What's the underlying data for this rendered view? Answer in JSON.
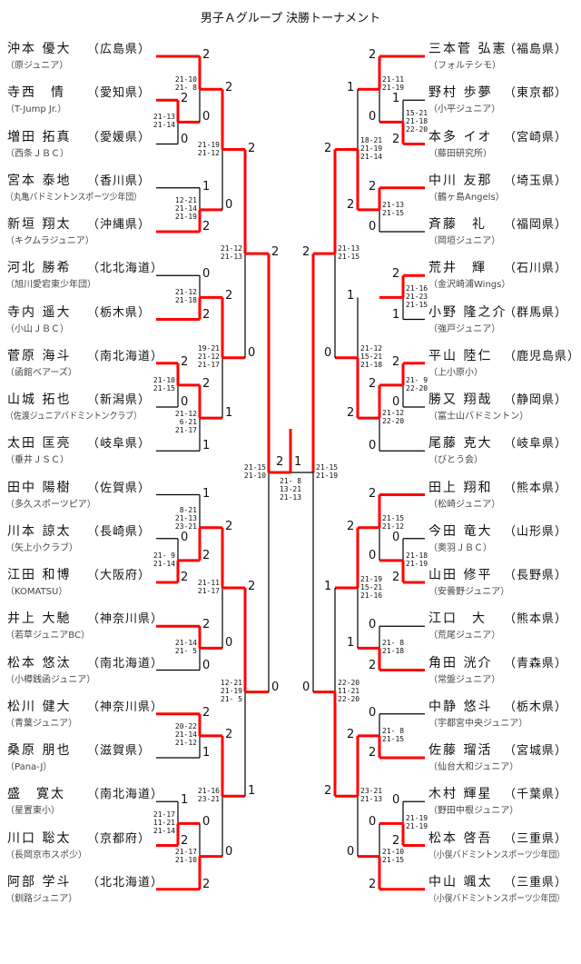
{
  "title": "男子Ａグループ 決勝トーナメント",
  "colors": {
    "winner_line": "#ff0000",
    "line": "#000000"
  },
  "players": [
    {
      "name": "沖本 優大",
      "pref": "（広島県）",
      "club": "（原ジュニア）"
    },
    {
      "name": "寺西　情",
      "pref": "（愛知県）",
      "club": "（T-Jump Jr.）"
    },
    {
      "name": "増田 拓真",
      "pref": "（愛媛県）",
      "club": "（西条ＪＢＣ）"
    },
    {
      "name": "宮本 泰地",
      "pref": "（香川県）",
      "club": "（丸亀バドミントンスポーツ少年団）"
    },
    {
      "name": "新垣 翔太",
      "pref": "（沖縄県）",
      "club": "（キクムラジュニア）"
    },
    {
      "name": "河北 勝希",
      "pref": "（北北海道）",
      "club": "（旭川愛宕東少年団）"
    },
    {
      "name": "寺内 遥大",
      "pref": "（栃木県）",
      "club": "（小山ＪＢＣ）"
    },
    {
      "name": "菅原 海斗",
      "pref": "（南北海道）",
      "club": "（函館ベアーズ）"
    },
    {
      "name": "山城 拓也",
      "pref": "（新潟県）",
      "club": "（佐渡ジュニアバドミントンクラブ）"
    },
    {
      "name": "太田 匡亮",
      "pref": "（岐阜県）",
      "club": "（垂井ＪＳＣ）"
    },
    {
      "name": "田中 陽樹",
      "pref": "（佐賀県）",
      "club": "（多久スポーツピア）"
    },
    {
      "name": "川本 諒太",
      "pref": "（長崎県）",
      "club": "（矢上小クラブ）"
    },
    {
      "name": "江田 和博",
      "pref": "（大阪府）",
      "club": "（KOMATSU）"
    },
    {
      "name": "井上 大馳",
      "pref": "（神奈川県）",
      "club": "（若草ジュニアBC）"
    },
    {
      "name": "松本 悠汰",
      "pref": "（南北海道）",
      "club": "（小樽銭函ジュニア）"
    },
    {
      "name": "松川 健大",
      "pref": "（神奈川県）",
      "club": "（青葉ジュニア）"
    },
    {
      "name": "桑原 朋也",
      "pref": "（滋賀県）",
      "club": "（Pana-J）"
    },
    {
      "name": "盛　寛太",
      "pref": "（南北海道）",
      "club": "（星置東小）"
    },
    {
      "name": "川口 聡太",
      "pref": "（京都府）",
      "club": "（長岡京市スポ少）"
    },
    {
      "name": "阿部 学斗",
      "pref": "（北北海道）",
      "club": "（釧路ジュニア）"
    },
    {
      "name": "三本菅 弘憲",
      "pref": "（福島県）",
      "club": "（フォルテシモ）"
    },
    {
      "name": "野村 歩夢",
      "pref": "（東京都）",
      "club": "（小平ジュニア）"
    },
    {
      "name": "本多 イオ",
      "pref": "（宮崎県）",
      "club": "（藤田研究所）"
    },
    {
      "name": "中川 友那",
      "pref": "（埼玉県）",
      "club": "（鶴ヶ島Angels）"
    },
    {
      "name": "斉藤　礼",
      "pref": "（福岡県）",
      "club": "（岡垣ジュニア）"
    },
    {
      "name": "荒井　輝",
      "pref": "（石川県）",
      "club": "（金沢崎浦Wings）"
    },
    {
      "name": "小野 隆之介",
      "pref": "（群馬県）",
      "club": "（強戸ジュニア）"
    },
    {
      "name": "平山 陸仁",
      "pref": "（鹿児島県）",
      "club": "（上小原小）"
    },
    {
      "name": "勝又 翔哉",
      "pref": "（静岡県）",
      "club": "（富士山バドミントン）"
    },
    {
      "name": "尾藤 克大",
      "pref": "（岐阜県）",
      "club": "（びとう会）"
    },
    {
      "name": "田上 翔和",
      "pref": "（熊本県）",
      "club": "（松崎ジュニア）"
    },
    {
      "name": "今田 竜大",
      "pref": "（山形県）",
      "club": "（奥羽ＪＢＣ）"
    },
    {
      "name": "山田 修平",
      "pref": "（長野県）",
      "club": "（安曇野ジュニア）"
    },
    {
      "name": "江口　大",
      "pref": "（熊本県）",
      "club": "（荒尾ジュニア）"
    },
    {
      "name": "角田 洸介",
      "pref": "（青森県）",
      "club": "（常盤ジュニア）"
    },
    {
      "name": "中静 悠斗",
      "pref": "（栃木県）",
      "club": "（宇都宮中央ジュニア）"
    },
    {
      "name": "佐藤 瑠活",
      "pref": "（宮城県）",
      "club": "（仙台大和ジュニア）"
    },
    {
      "name": "木村 輝星",
      "pref": "（千葉県）",
      "club": "（野田中根ジュニア）"
    },
    {
      "name": "松本 啓吾",
      "pref": "（三重県）",
      "club": "（小俣バドミントンスポーツ少年団）"
    },
    {
      "name": "中山 颯太",
      "pref": "（三重県）",
      "club": "（小俣バドミントンスポーツ少年団）"
    }
  ],
  "matches": [
    {
      "scores": [
        "2",
        "0"
      ],
      "games": "21-13\n21-14",
      "winner": 0
    },
    {
      "scores": [
        "2",
        "0"
      ],
      "games": "21-10\n21- 8",
      "winner": 0
    },
    {
      "scores": [
        "1",
        "2"
      ],
      "games": "12-21\n21-14\n21-19",
      "winner": 1
    },
    {
      "scores": [
        "2",
        "0"
      ],
      "games": "21-19\n21-12",
      "winner": 0
    },
    {
      "scores": [
        "0",
        "2"
      ],
      "games": "21-12\n21-18",
      "winner": 1
    },
    {
      "scores": [
        "2",
        "0"
      ],
      "games": "21-10\n21-15",
      "winner": 0
    },
    {
      "scores": [
        "2",
        "1"
      ],
      "games": "21-12\n 6-21\n21-17",
      "winner": 0
    },
    {
      "scores": [
        "2",
        "1"
      ],
      "games": "19-21\n21-12\n21-17",
      "winner": 0
    },
    {
      "scores": [
        "2",
        "0"
      ],
      "games": "21-12\n21-13",
      "winner": 0
    },
    {
      "scores": [
        "0",
        "2"
      ],
      "games": "21- 9\n21-14",
      "winner": 1
    },
    {
      "scores": [
        "1",
        "2"
      ],
      "games": " 8-21\n21-13\n23-21",
      "winner": 1
    },
    {
      "scores": [
        "2",
        "0"
      ],
      "games": "21-14\n21- 5",
      "winner": 0
    },
    {
      "scores": [
        "2",
        "0"
      ],
      "games": "21-11\n21-17",
      "winner": 0
    },
    {
      "scores": [
        "2",
        "1"
      ],
      "games": "20-22\n21-14\n21-12",
      "winner": 0
    },
    {
      "scores": [
        "1",
        "2"
      ],
      "games": "21-17\n11-21\n21-14",
      "winner": 1
    },
    {
      "scores": [
        "0",
        "2"
      ],
      "games": "21-17\n21-10",
      "winner": 1
    },
    {
      "scores": [
        "2",
        "0"
      ],
      "games": "21-16\n23-21",
      "winner": 0
    },
    {
      "scores": [
        "2",
        "1"
      ],
      "games": "12-21\n21-19\n21- 5",
      "winner": 0
    },
    {
      "scores": [
        "2",
        "0"
      ],
      "games": "21-15\n21-10",
      "winner": 0
    },
    {
      "scores": [
        "1",
        "2"
      ],
      "games": "15-21\n21-18\n22-20",
      "winner": 1
    },
    {
      "scores": [
        "2",
        "0"
      ],
      "games": "21-11\n21-19",
      "winner": 0
    },
    {
      "scores": [
        "2",
        "0"
      ],
      "games": "21-13\n21-15",
      "winner": 0
    },
    {
      "scores": [
        "1",
        "2"
      ],
      "games": "18-21\n21-19\n21-14",
      "winner": 1
    },
    {
      "scores": [
        "2",
        "1"
      ],
      "games": "21-16\n21-23\n21-15",
      "winner": 0
    },
    {
      "scores": [
        "2",
        "0"
      ],
      "games": "21- 9\n22-20",
      "winner": 0
    },
    {
      "scores": [
        "2",
        "0"
      ],
      "games": "21-12\n22-20",
      "winner": 0
    },
    {
      "scores": [
        "1",
        "2"
      ],
      "games": "21-12\n15-21\n21-18",
      "winner": 1
    },
    {
      "scores": [
        "2",
        "0"
      ],
      "games": "21-13\n21-15",
      "winner": 0
    },
    {
      "scores": [
        "0",
        "2"
      ],
      "games": "21-18\n21-19",
      "winner": 1
    },
    {
      "scores": [
        "2",
        "0"
      ],
      "games": "21-15\n21-12",
      "winner": 0
    },
    {
      "scores": [
        "0",
        "2"
      ],
      "games": "21- 8\n21-18",
      "winner": 1
    },
    {
      "scores": [
        "2",
        "1"
      ],
      "games": "21-19\n15-21\n21-16",
      "winner": 0
    },
    {
      "scores": [
        "0",
        "2"
      ],
      "games": "21- 8\n21-15",
      "winner": 1
    },
    {
      "scores": [
        "0",
        "2"
      ],
      "games": "21-19\n21-19",
      "winner": 1
    },
    {
      "scores": [
        "0",
        "2"
      ],
      "games": "21-10\n21-15",
      "winner": 1
    },
    {
      "scores": [
        "2",
        "0"
      ],
      "games": "23-21\n21-13",
      "winner": 0
    },
    {
      "scores": [
        "1",
        "2"
      ],
      "games": "22-20\n11-21\n22-20",
      "winner": 1
    },
    {
      "scores": [
        "2",
        "0"
      ],
      "games": "21-15\n21-19",
      "winner": 0
    }
  ],
  "final": {
    "scores": [
      "2",
      "1"
    ],
    "games": "21- 8\n13-21\n21-13",
    "winner": 0
  }
}
